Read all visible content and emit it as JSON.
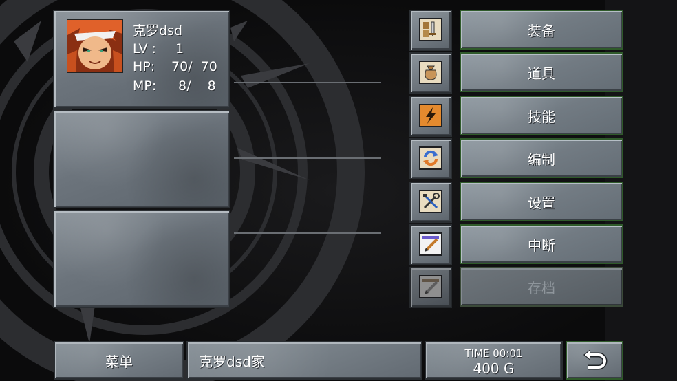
{
  "character": {
    "name": "克罗dsd",
    "lv_label": "LV :",
    "lv_value": "1",
    "hp_label": "HP:",
    "hp_value": "70/  70",
    "mp_label": "MP:",
    "mp_value": "8/    8"
  },
  "menu": {
    "items": [
      {
        "label": "装备",
        "icon": "sword-icon",
        "enabled": true
      },
      {
        "label": "道具",
        "icon": "bag-icon",
        "enabled": true
      },
      {
        "label": "技能",
        "icon": "lightning-icon",
        "enabled": true
      },
      {
        "label": "编制",
        "icon": "swap-icon",
        "enabled": true
      },
      {
        "label": "设置",
        "icon": "tools-icon",
        "enabled": true
      },
      {
        "label": "中断",
        "icon": "pencil-icon",
        "enabled": true
      },
      {
        "label": "存档",
        "icon": "pencil-icon",
        "enabled": false
      }
    ]
  },
  "bottom": {
    "menu_label": "菜单",
    "location": "克罗dsd家",
    "time": "TIME 00:01",
    "gold": "400 G",
    "back_icon": "back-arrow-icon"
  },
  "colors": {
    "button_border": "#2f5a2a",
    "stone": "#727b83",
    "background": "#0b0b0c"
  }
}
